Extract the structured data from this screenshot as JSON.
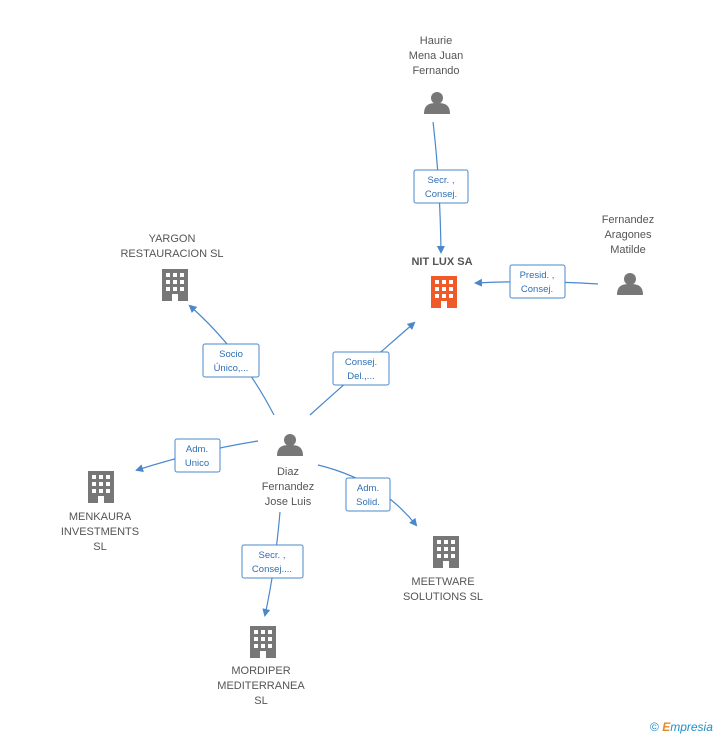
{
  "colors": {
    "edge": "#4a88cc",
    "edge_text": "#2d6fb4",
    "company": "#777777",
    "company_main": "#f05a28",
    "person": "#777777",
    "label": "#555555"
  },
  "nodes": {
    "haurie": {
      "lines": [
        "Haurie",
        "Mena Juan",
        "Fernando"
      ],
      "icon": "person-icon"
    },
    "nitlux": {
      "lines": [
        "NIT LUX SA"
      ],
      "icon": "building-icon"
    },
    "fernandez": {
      "lines": [
        "Fernandez",
        "Aragones",
        "Matilde"
      ],
      "icon": "person-icon"
    },
    "yargon": {
      "lines": [
        "YARGON",
        "RESTAURACION SL"
      ],
      "icon": "building-icon"
    },
    "diaz": {
      "lines": [
        "Diaz",
        "Fernandez",
        "Jose Luis"
      ],
      "icon": "person-icon"
    },
    "menkaura": {
      "lines": [
        "MENKAURA",
        "INVESTMENTS",
        "SL"
      ],
      "icon": "building-icon"
    },
    "meetware": {
      "lines": [
        "MEETWARE",
        "SOLUTIONS SL"
      ],
      "icon": "building-icon"
    },
    "mordiper": {
      "lines": [
        "MORDIPER",
        "MEDITERRANEA",
        "SL"
      ],
      "icon": "building-icon"
    }
  },
  "edges": {
    "haurie_nitlux": [
      "Secr. ,",
      "Consej."
    ],
    "fernandez_nitlux": [
      "Presid. ,",
      "Consej."
    ],
    "diaz_yargon": [
      "Socio",
      "Único,..."
    ],
    "diaz_nitlux": [
      "Consej.",
      "Del.,..."
    ],
    "diaz_menkaura": [
      "Adm.",
      "Unico"
    ],
    "diaz_meetware": [
      "Adm.",
      "Solid."
    ],
    "diaz_mordiper": [
      "Secr. ,",
      "Consej...."
    ]
  },
  "footer": {
    "copyright": "©",
    "brand_initial": "E",
    "brand_rest": "mpresia"
  }
}
